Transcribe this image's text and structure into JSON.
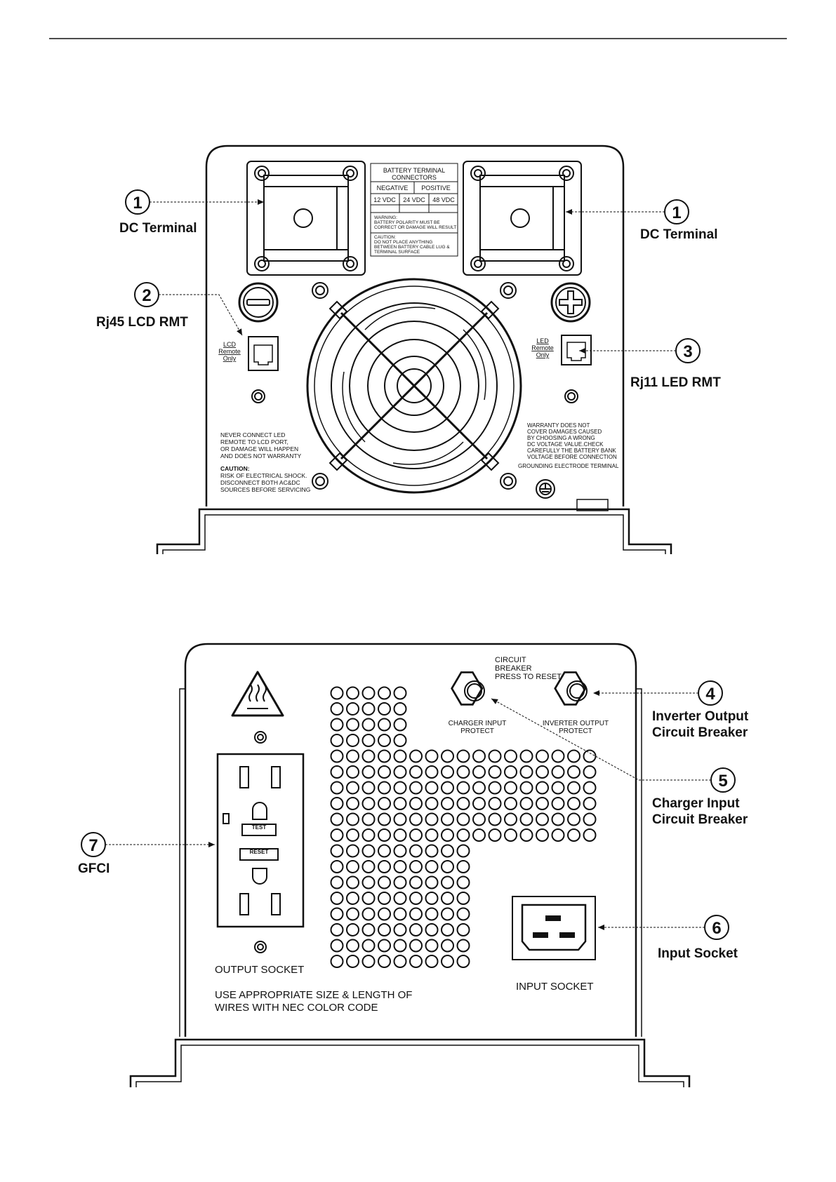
{
  "labels": {
    "battery_terminal_title_1": "BATTERY TERMINAL",
    "battery_terminal_title_2": "CONNECTORS",
    "negative": "NEGATIVE",
    "positive": "POSITIVE",
    "v12": "12 VDC",
    "v24": "24 VDC",
    "v48": "48 VDC",
    "warning_1": "WARNING:",
    "warning_2": "BATTERY POLARITY MUST BE",
    "warning_3": "CORRECT OR DAMAGE WILL RESULT",
    "caution_box_1": "CAUTION:",
    "caution_box_2": "DO NOT PLACE ANYTHING",
    "caution_box_3": "BETWEEN BATTERY CABLE LUG &",
    "caution_box_4": "TERMINAL SURFACE",
    "lcd_1": "LCD",
    "lcd_2": "Remote",
    "lcd_3": "Only",
    "led_1": "LED",
    "led_2": "Remote",
    "led_3": "Only",
    "never_1": "NEVER CONNECT LED",
    "never_2": "REMOTE TO LCD PORT,",
    "never_3": "OR DAMAGE WILL HAPPEN",
    "never_4": "AND DOES NOT WARRANTY",
    "caution2_1": "CAUTION:",
    "caution2_2": "RISK OF ELECTRICAL SHOCK.",
    "caution2_3": "DISCONNECT BOTH AC&DC",
    "caution2_4": "SOURCES BEFORE SERVICING",
    "warranty_1": "WARRANTY DOES NOT",
    "warranty_2": "COVER DAMAGES CAUSED",
    "warranty_3": "BY CHOOSING A WRONG",
    "warranty_4": "DC VOLTAGE VALUE.CHECK",
    "warranty_5": "CAREFULLY THE BATTERY BANK",
    "warranty_6": "VOLTAGE BEFORE CONNECTION",
    "grounding": "GROUNDING ELECTRODE TERMINAL",
    "circuit_1": "CIRCUIT",
    "circuit_2": "BREAKER",
    "circuit_3": "PRESS TO RESET",
    "charger_1": "CHARGER INPUT",
    "charger_2": "PROTECT",
    "inverter_1": "INVERTER OUTPUT",
    "inverter_2": "PROTECT",
    "test": "TEST",
    "reset": "RESET",
    "output_socket": "OUTPUT SOCKET",
    "input_socket": "INPUT  SOCKET",
    "use_1": "USE APPROPRIATE SIZE & LENGTH OF",
    "use_2": "WIRES WITH NEC COLOR CODE"
  },
  "callouts": [
    {
      "num": "1",
      "label": "DC Terminal"
    },
    {
      "num": "1",
      "label": "DC Terminal"
    },
    {
      "num": "2",
      "label": "Rj45 LCD RMT"
    },
    {
      "num": "3",
      "label": "Rj11 LED RMT"
    },
    {
      "num": "4",
      "label_1": "Inverter Output",
      "label_2": "Circuit Breaker"
    },
    {
      "num": "5",
      "label_1": "Charger Input",
      "label_2": "Circuit Breaker"
    },
    {
      "num": "6",
      "label": "Input Socket"
    },
    {
      "num": "7",
      "label": "GFCI"
    }
  ]
}
